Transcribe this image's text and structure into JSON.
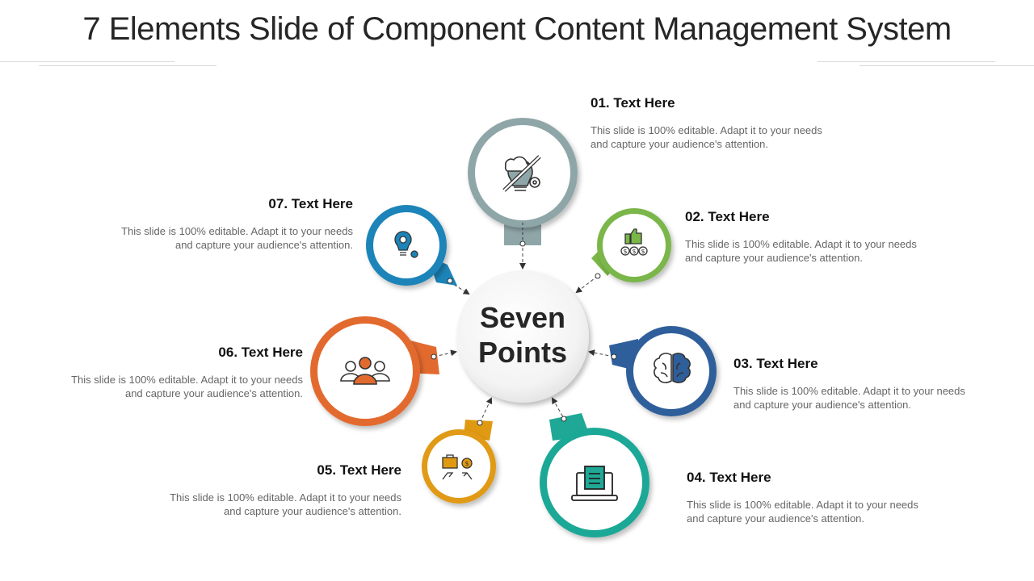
{
  "title": "7 Elements Slide of Component Content Management System",
  "center": {
    "line1": "Seven",
    "line2": "Points"
  },
  "items": [
    {
      "number": "01",
      "heading": "01. Text Here",
      "description_line1": "This slide is 100% editable. Adapt it to your needs",
      "description_line2": "and capture your audience's attention.",
      "icon": "lightbulb-pencil-gear-icon",
      "color": "#8FA6A8"
    },
    {
      "number": "02",
      "heading": "02. Text Here",
      "description_line1": "This slide is 100% editable. Adapt it to your needs",
      "description_line2": "and capture your audience's attention.",
      "icon": "thumbs-up-money-icon",
      "color": "#7AB648"
    },
    {
      "number": "03",
      "heading": "03. Text Here",
      "description_line1": "This slide is 100% editable. Adapt it to your needs",
      "description_line2": "and capture your audience's attention.",
      "icon": "brain-icon",
      "color": "#2F5F9B"
    },
    {
      "number": "04",
      "heading": "04. Text Here",
      "description_line1": "This slide is 100% editable. Adapt it to your needs",
      "description_line2": "and capture your audience's attention.",
      "icon": "laptop-document-icon",
      "color": "#1FA896"
    },
    {
      "number": "05",
      "heading": "05. Text Here",
      "description_line1": "This slide is 100% editable. Adapt it to your needs",
      "description_line2": "and capture your audience's attention.",
      "icon": "briefcase-money-exchange-icon",
      "color": "#E09A12"
    },
    {
      "number": "06",
      "heading": "06. Text Here",
      "description_line1": "This slide is 100% editable. Adapt it to your needs",
      "description_line2": "and capture your audience's attention.",
      "icon": "team-users-icon",
      "color": "#E36A2E"
    },
    {
      "number": "07",
      "heading": "07. Text Here",
      "description_line1": "This slide is 100% editable. Adapt it to your needs",
      "description_line2": "and capture your audience's attention.",
      "icon": "lightbulb-gear-icon",
      "color": "#1C84B8"
    }
  ]
}
